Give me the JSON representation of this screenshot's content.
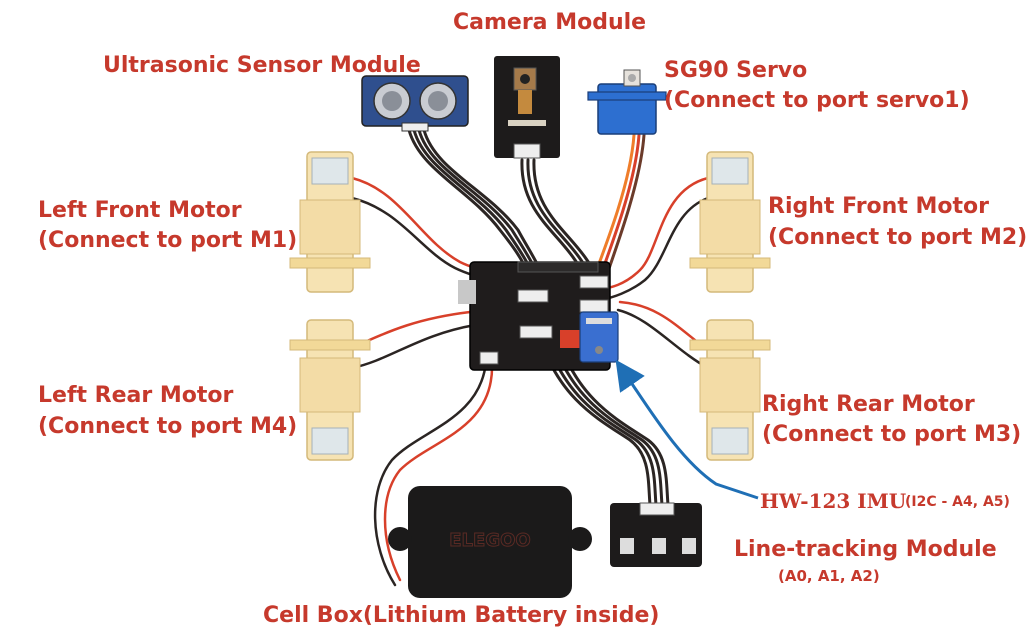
{
  "labels": {
    "camera": "Camera Module",
    "ultrasonic": "Ultrasonic Sensor Module",
    "servo_title": "SG90 Servo",
    "servo_port": "(Connect to port servo1)",
    "left_front_title": "Left Front Motor",
    "left_front_port": "(Connect to port M1)",
    "right_front_title": "Right Front Motor",
    "right_front_port": "(Connect to port M2)",
    "left_rear_title": "Left Rear Motor",
    "left_rear_port": "(Connect to port M4)",
    "right_rear_title": "Right Rear Motor",
    "right_rear_port": "(Connect to port M3)",
    "imu_title": "HW-123 IMU",
    "imu_pins": "(I2C - A4, A5)",
    "line_tracking": "Line-tracking Module",
    "line_tracking_pins": "(A0, A1, A2)",
    "cell_box": "Cell Box(Lithium Battery inside)"
  },
  "battery_logo": "ELEGOO",
  "colors": {
    "label": "#c6392c",
    "wire_red": "#d8402a",
    "wire_black": "#2b2523",
    "wire_orange": "#ef7d2a",
    "arrow_blue": "#1f6fb5",
    "motor_body": "#f6e3b3",
    "board": "#1f1c1c",
    "imu_board": "#3a6fd0",
    "servo": "#2d6fd0"
  }
}
